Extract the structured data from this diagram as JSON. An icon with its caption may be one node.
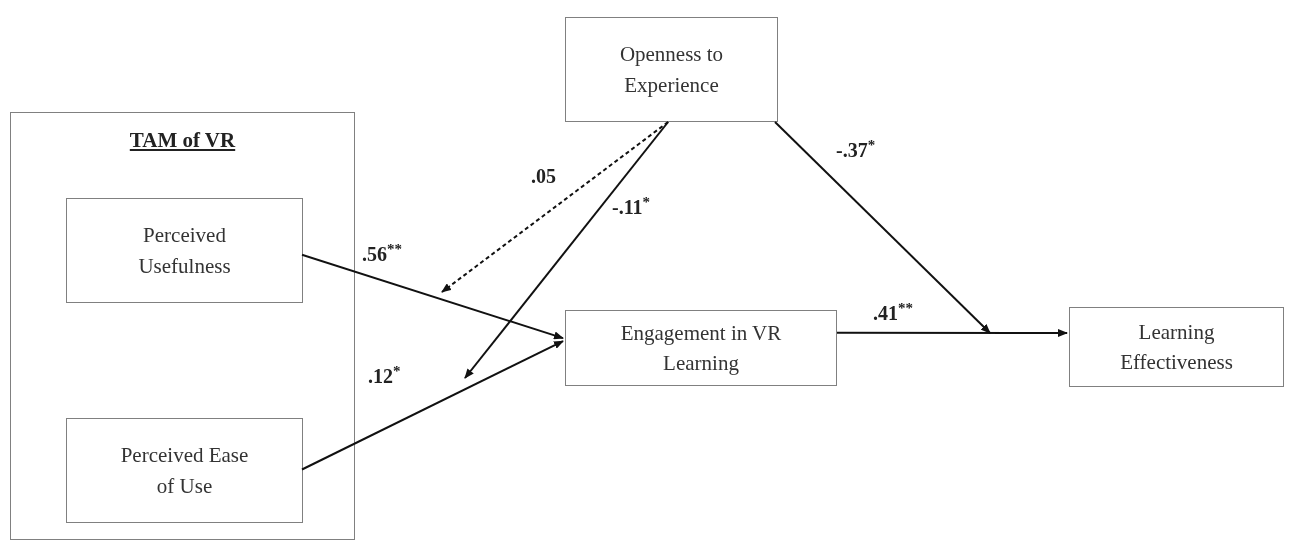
{
  "diagram": {
    "nodes": [
      {
        "text": [
          "Openness to Experience"
        ]
      },
      {
        "text": [
          "TAM of VR"
        ]
      },
      {
        "text": [
          "Perceived Usefulness"
        ],
        "in": 1
      },
      {
        "text": [
          "Perceived Ease of Use"
        ],
        "in": 1
      },
      {
        "text": [
          "Engagement in VR Learning"
        ]
      },
      {
        "text": [
          "Learning Effectiveness"
        ]
      }
    ],
    "edges": [
      {
        "from": 2,
        "to": 4,
        "arrow": "to",
        "label": ".56$^{**}$"
      },
      {
        "from": 3,
        "to": 4,
        "arrow": "to",
        "label": ".12$^{*}$"
      },
      {
        "from": 4,
        "to": 5,
        "arrow": "to",
        "label": ".41$^{**}$"
      },
      {
        "from": 0,
        "to": null,
        "arrow": "to",
        "label": ".05",
        "style": "dashed"
      },
      {
        "from": 0,
        "to": null,
        "arrow": "to",
        "label": "-.11$^{*}$"
      },
      {
        "from": 0,
        "to": null,
        "arrow": "to",
        "label": "-.37$^{*}$"
      }
    ]
  }
}
